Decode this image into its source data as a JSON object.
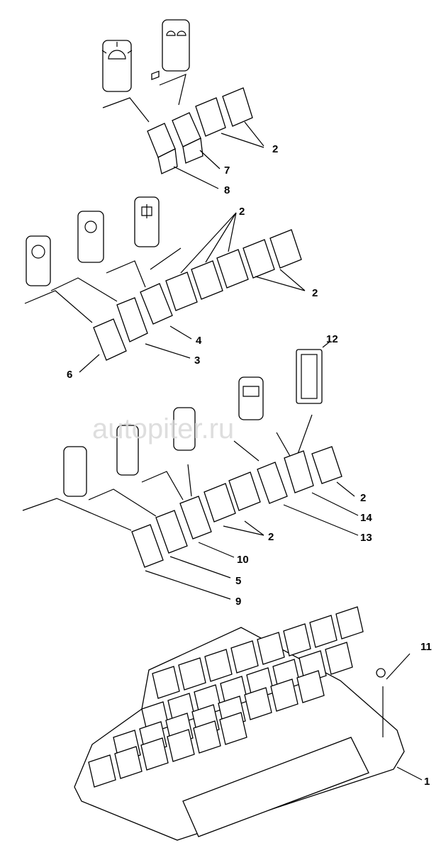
{
  "watermark": "autopiter.ru",
  "callouts": {
    "top": {
      "switch_blank": "2",
      "switch_7": "7",
      "switch_8": "8"
    },
    "middle": {
      "switch_blank_upper": "2",
      "switch_blank_lower": "2",
      "switch_4": "4",
      "switch_3": "3",
      "switch_6": "6"
    },
    "lower": {
      "cover_12": "12",
      "switch_blank_right": "2",
      "switch_14": "14",
      "switch_13": "13",
      "switch_blank_mid": "2",
      "switch_10": "10",
      "switch_5": "5",
      "switch_9": "9"
    },
    "panel": {
      "screw_11": "11",
      "panel_1": "1"
    }
  },
  "symbol_icons": [
    "work-light-icon",
    "work-lights-pair-icon",
    "beacon-icon",
    "auto-light-icon",
    "diff-lock-icon",
    "boom-up-icon",
    "boom-float-icon",
    "tilt-icon",
    "wiper-icon",
    "blank-cover-icon"
  ]
}
